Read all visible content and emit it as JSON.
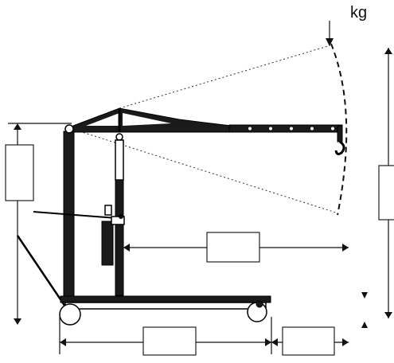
{
  "diagram": {
    "unit_label": "kg",
    "dimension_boxes": [
      {
        "id": "reach",
        "value": ""
      },
      {
        "id": "wheelbase",
        "value": ""
      },
      {
        "id": "front-overhang",
        "value": ""
      },
      {
        "id": "left-height",
        "value": ""
      },
      {
        "id": "right-height",
        "value": ""
      }
    ]
  }
}
